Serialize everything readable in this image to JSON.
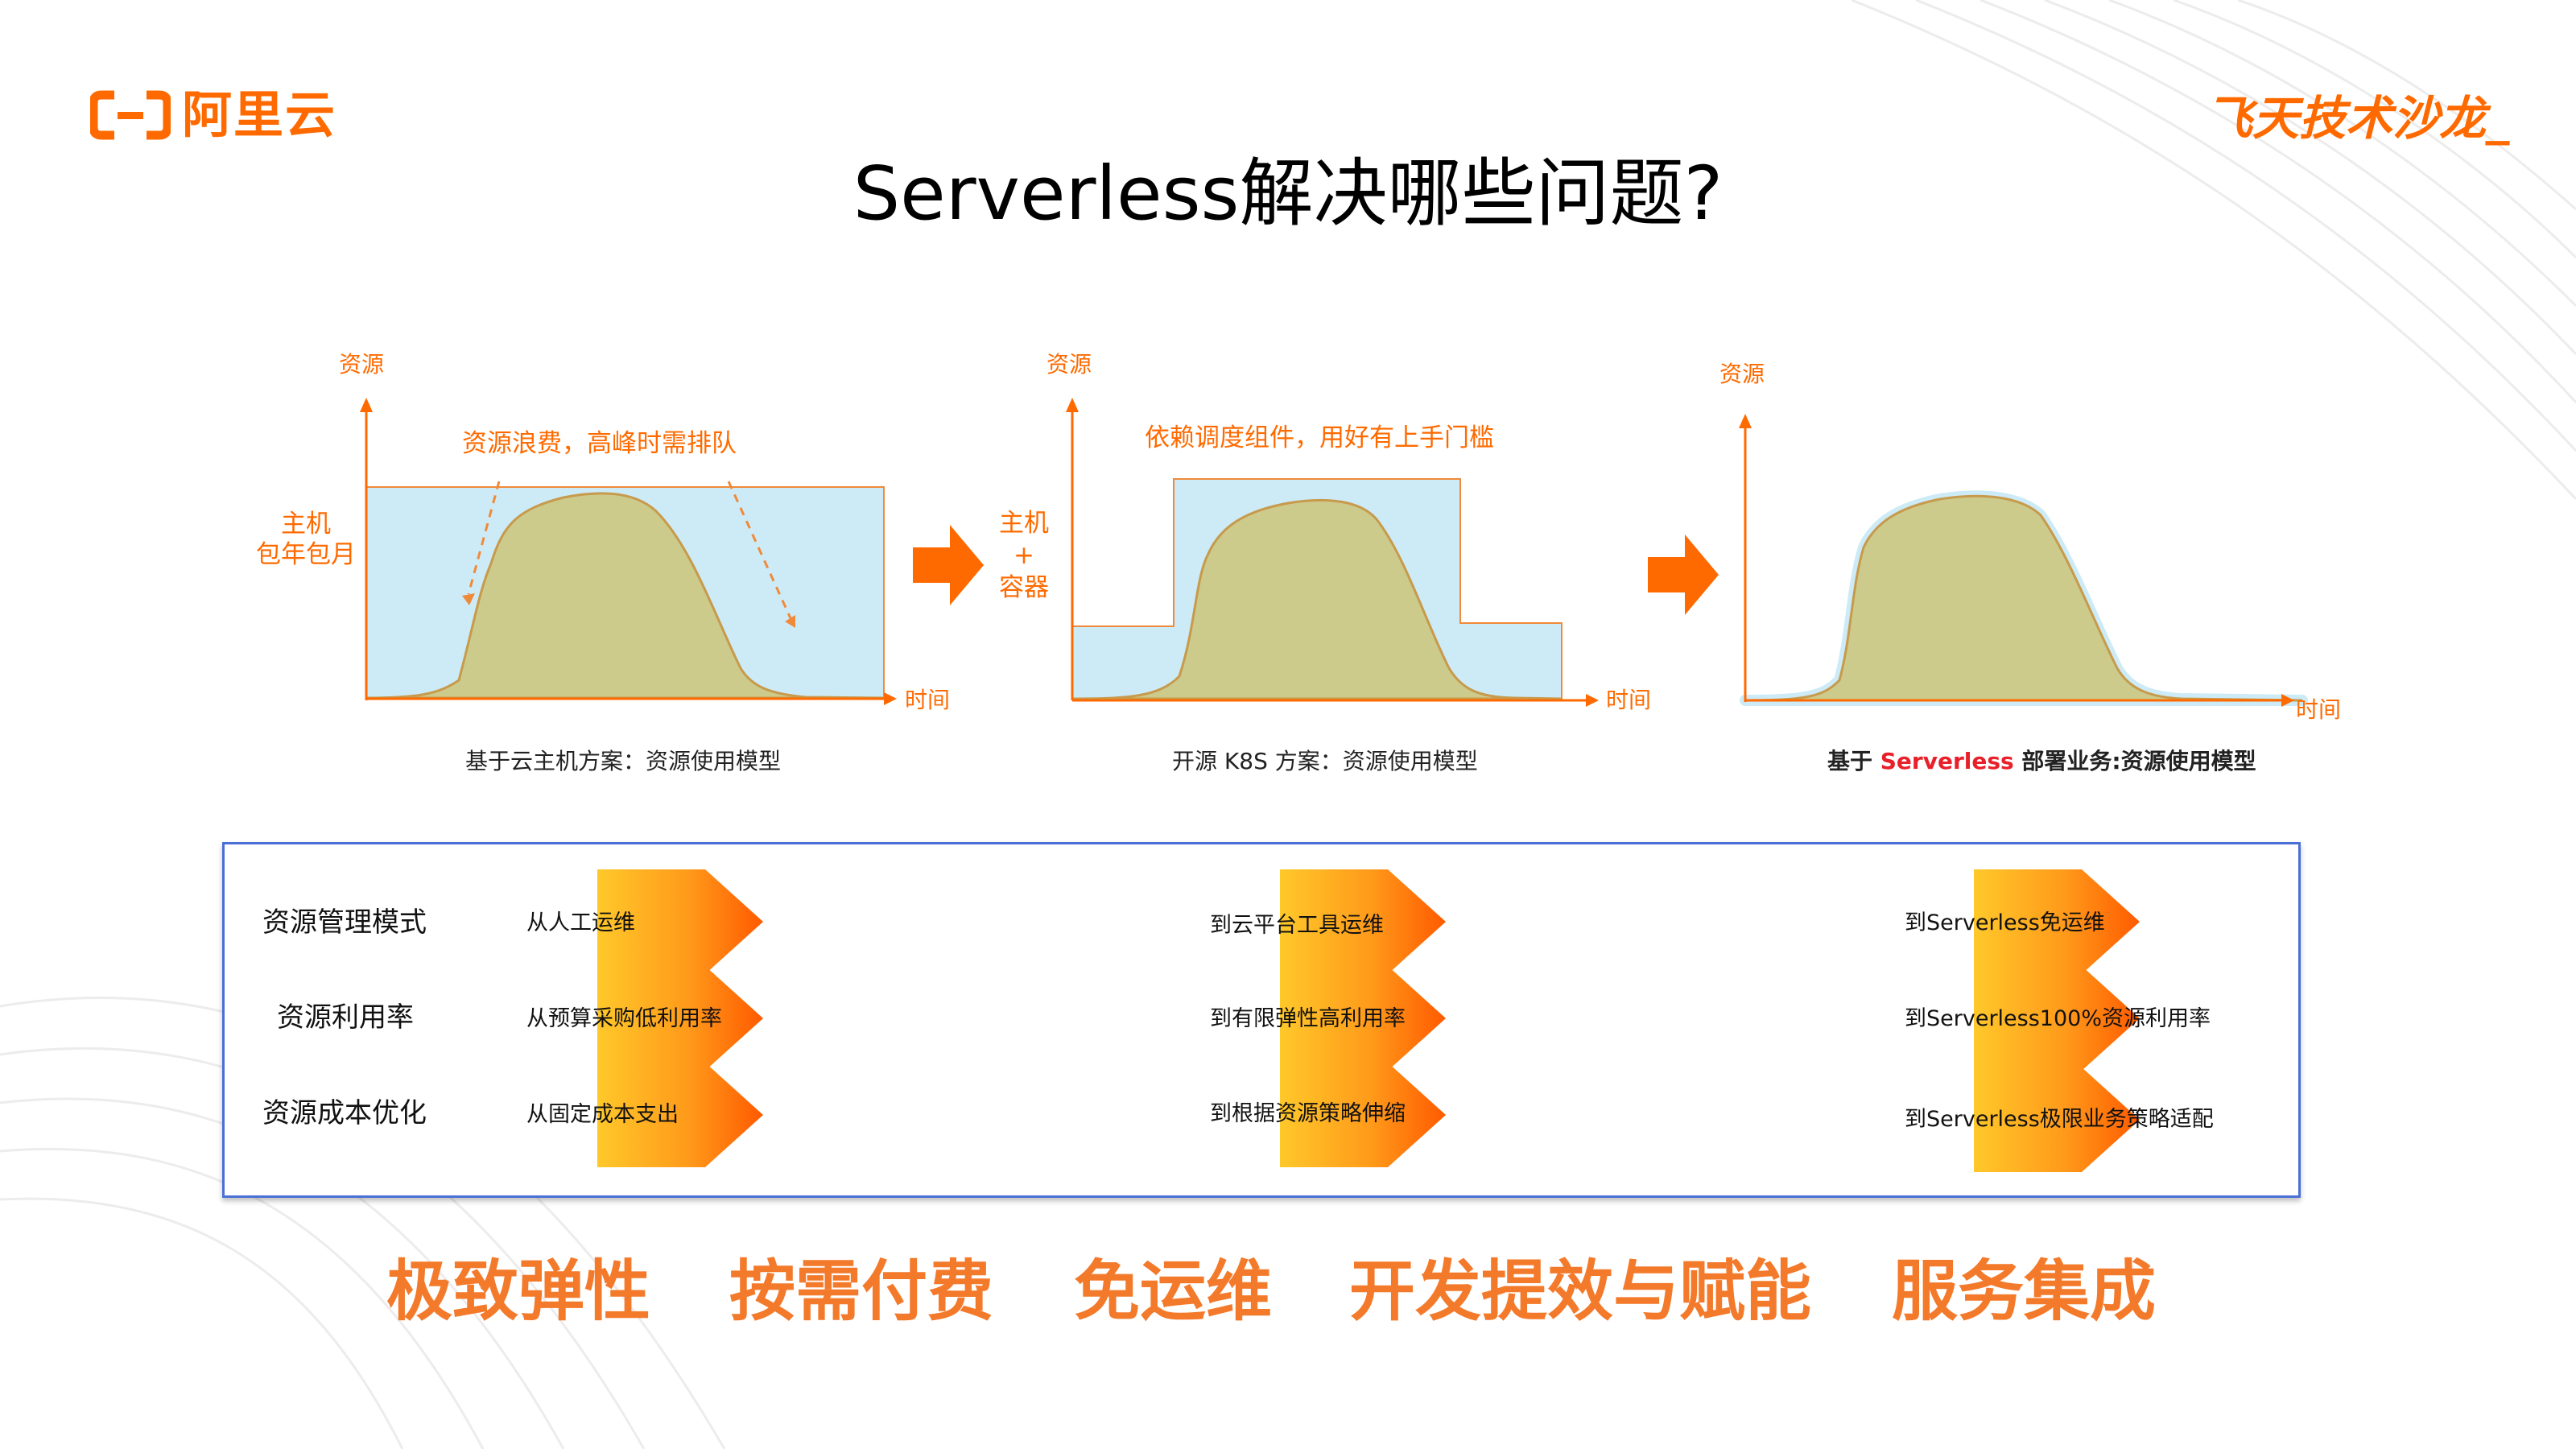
{
  "brand": {
    "logo_text": "阿里云",
    "event": "飞天技术沙龙_"
  },
  "title": "Serverless解决哪些问题?",
  "charts": [
    {
      "y_label": "资源",
      "x_label": "时间",
      "side_label_lines": [
        "主机",
        "包年包月"
      ],
      "annotation": "资源浪费，高峰时需排队",
      "caption": "基于云主机方案：资源使用模型"
    },
    {
      "y_label": "资源",
      "x_label": "时间",
      "side_label_lines": [
        "主机",
        "+",
        "容器"
      ],
      "annotation": "依赖调度组件，用好有上手门槛",
      "caption": "开源 K8S 方案：资源使用模型"
    },
    {
      "y_label": "资源",
      "x_label": "时间",
      "caption_prefix": "基于 ",
      "caption_highlight": "Serverless",
      "caption_suffix": " 部署业务:资源使用模型"
    }
  ],
  "comparison": {
    "row_labels": [
      "资源管理模式",
      "资源利用率",
      "资源成本优化"
    ],
    "columns": [
      [
        "从人工运维",
        "从预算采购低利用率",
        "从固定成本支出"
      ],
      [
        "到云平台工具运维",
        "到有限弹性高利用率",
        "到根据资源策略伸缩"
      ],
      [
        "到Serverless免运维",
        "到Serverless100%资源利用率",
        "到Serverless极限业务策略适配"
      ]
    ]
  },
  "benefits": [
    "极致弹性",
    "按需付费",
    "免运维",
    "开发提效与赋能",
    "服务集成"
  ],
  "colors": {
    "accent": "#ff6a00",
    "waste_fill": "#cdebf7",
    "usage_fill": "#cccb8c",
    "usage_stroke": "#c79a4c",
    "box_border": "#4a6fd6",
    "benefit_text": "#f47a2b",
    "highlight_red": "#e8202a"
  }
}
